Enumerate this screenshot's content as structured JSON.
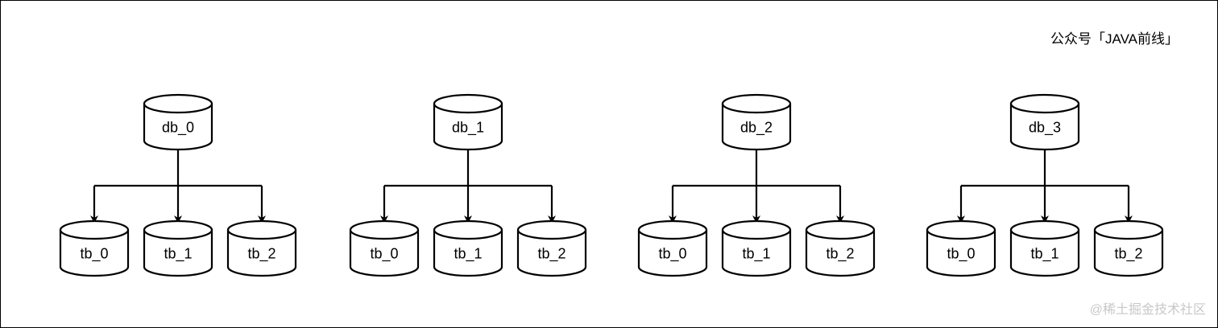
{
  "title": "公众号「JAVA前线」",
  "watermark": "@稀土掘金技术社区",
  "colors": {
    "stroke": "#000000",
    "background": "#ffffff",
    "watermark": "#c8c8c8"
  },
  "databases": [
    {
      "name": "db_0",
      "tables": [
        "tb_0",
        "tb_1",
        "tb_2"
      ]
    },
    {
      "name": "db_1",
      "tables": [
        "tb_0",
        "tb_1",
        "tb_2"
      ]
    },
    {
      "name": "db_2",
      "tables": [
        "tb_0",
        "tb_1",
        "tb_2"
      ]
    },
    {
      "name": "db_3",
      "tables": [
        "tb_0",
        "tb_1",
        "tb_2"
      ]
    }
  ]
}
